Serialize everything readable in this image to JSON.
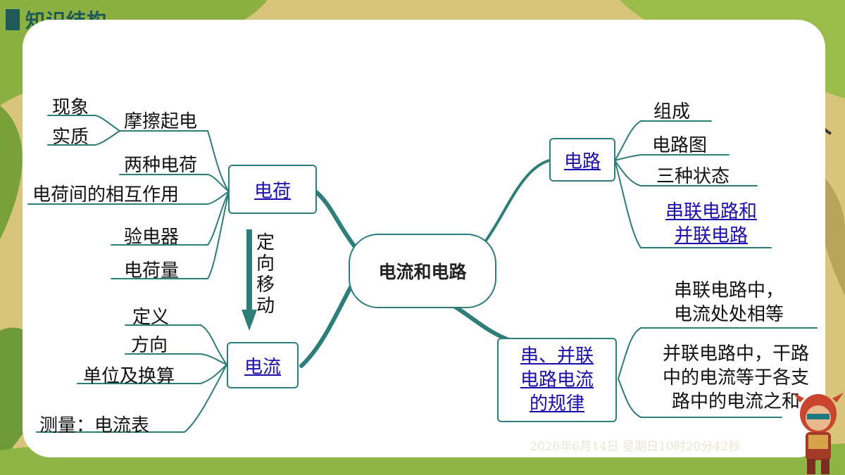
{
  "header": {
    "title": "知识结构"
  },
  "colors": {
    "branch": "#2d7d78",
    "link": "#1a0dab",
    "header": "#1d5a57"
  },
  "center": {
    "label": "电流和电路"
  },
  "left": {
    "charge": {
      "label": "电荷",
      "items": [
        "摩擦起电",
        "两种电荷",
        "电荷间的相互作用",
        "验电器",
        "电荷量"
      ],
      "friction_sub": [
        "现象",
        "实质"
      ]
    },
    "arrow_text": "定向移动",
    "current": {
      "label": "电流",
      "items": [
        "定义",
        "方向",
        "单位及换算",
        "测量：电流表"
      ]
    }
  },
  "right": {
    "circuit": {
      "label": "电路",
      "items": [
        "组成",
        "电路图",
        "三种状态"
      ],
      "link_item": "串联电路和\n并联电路"
    },
    "law": {
      "label": "串、并联\n电路电流\n的规律",
      "series": "串联电路中，\n电流处处相等",
      "parallel": "并联电路中，干路\n中的电流等于各支\n路中的电流之和"
    }
  },
  "timestamp": "2026年6月14日 星期日10时20分42秒"
}
